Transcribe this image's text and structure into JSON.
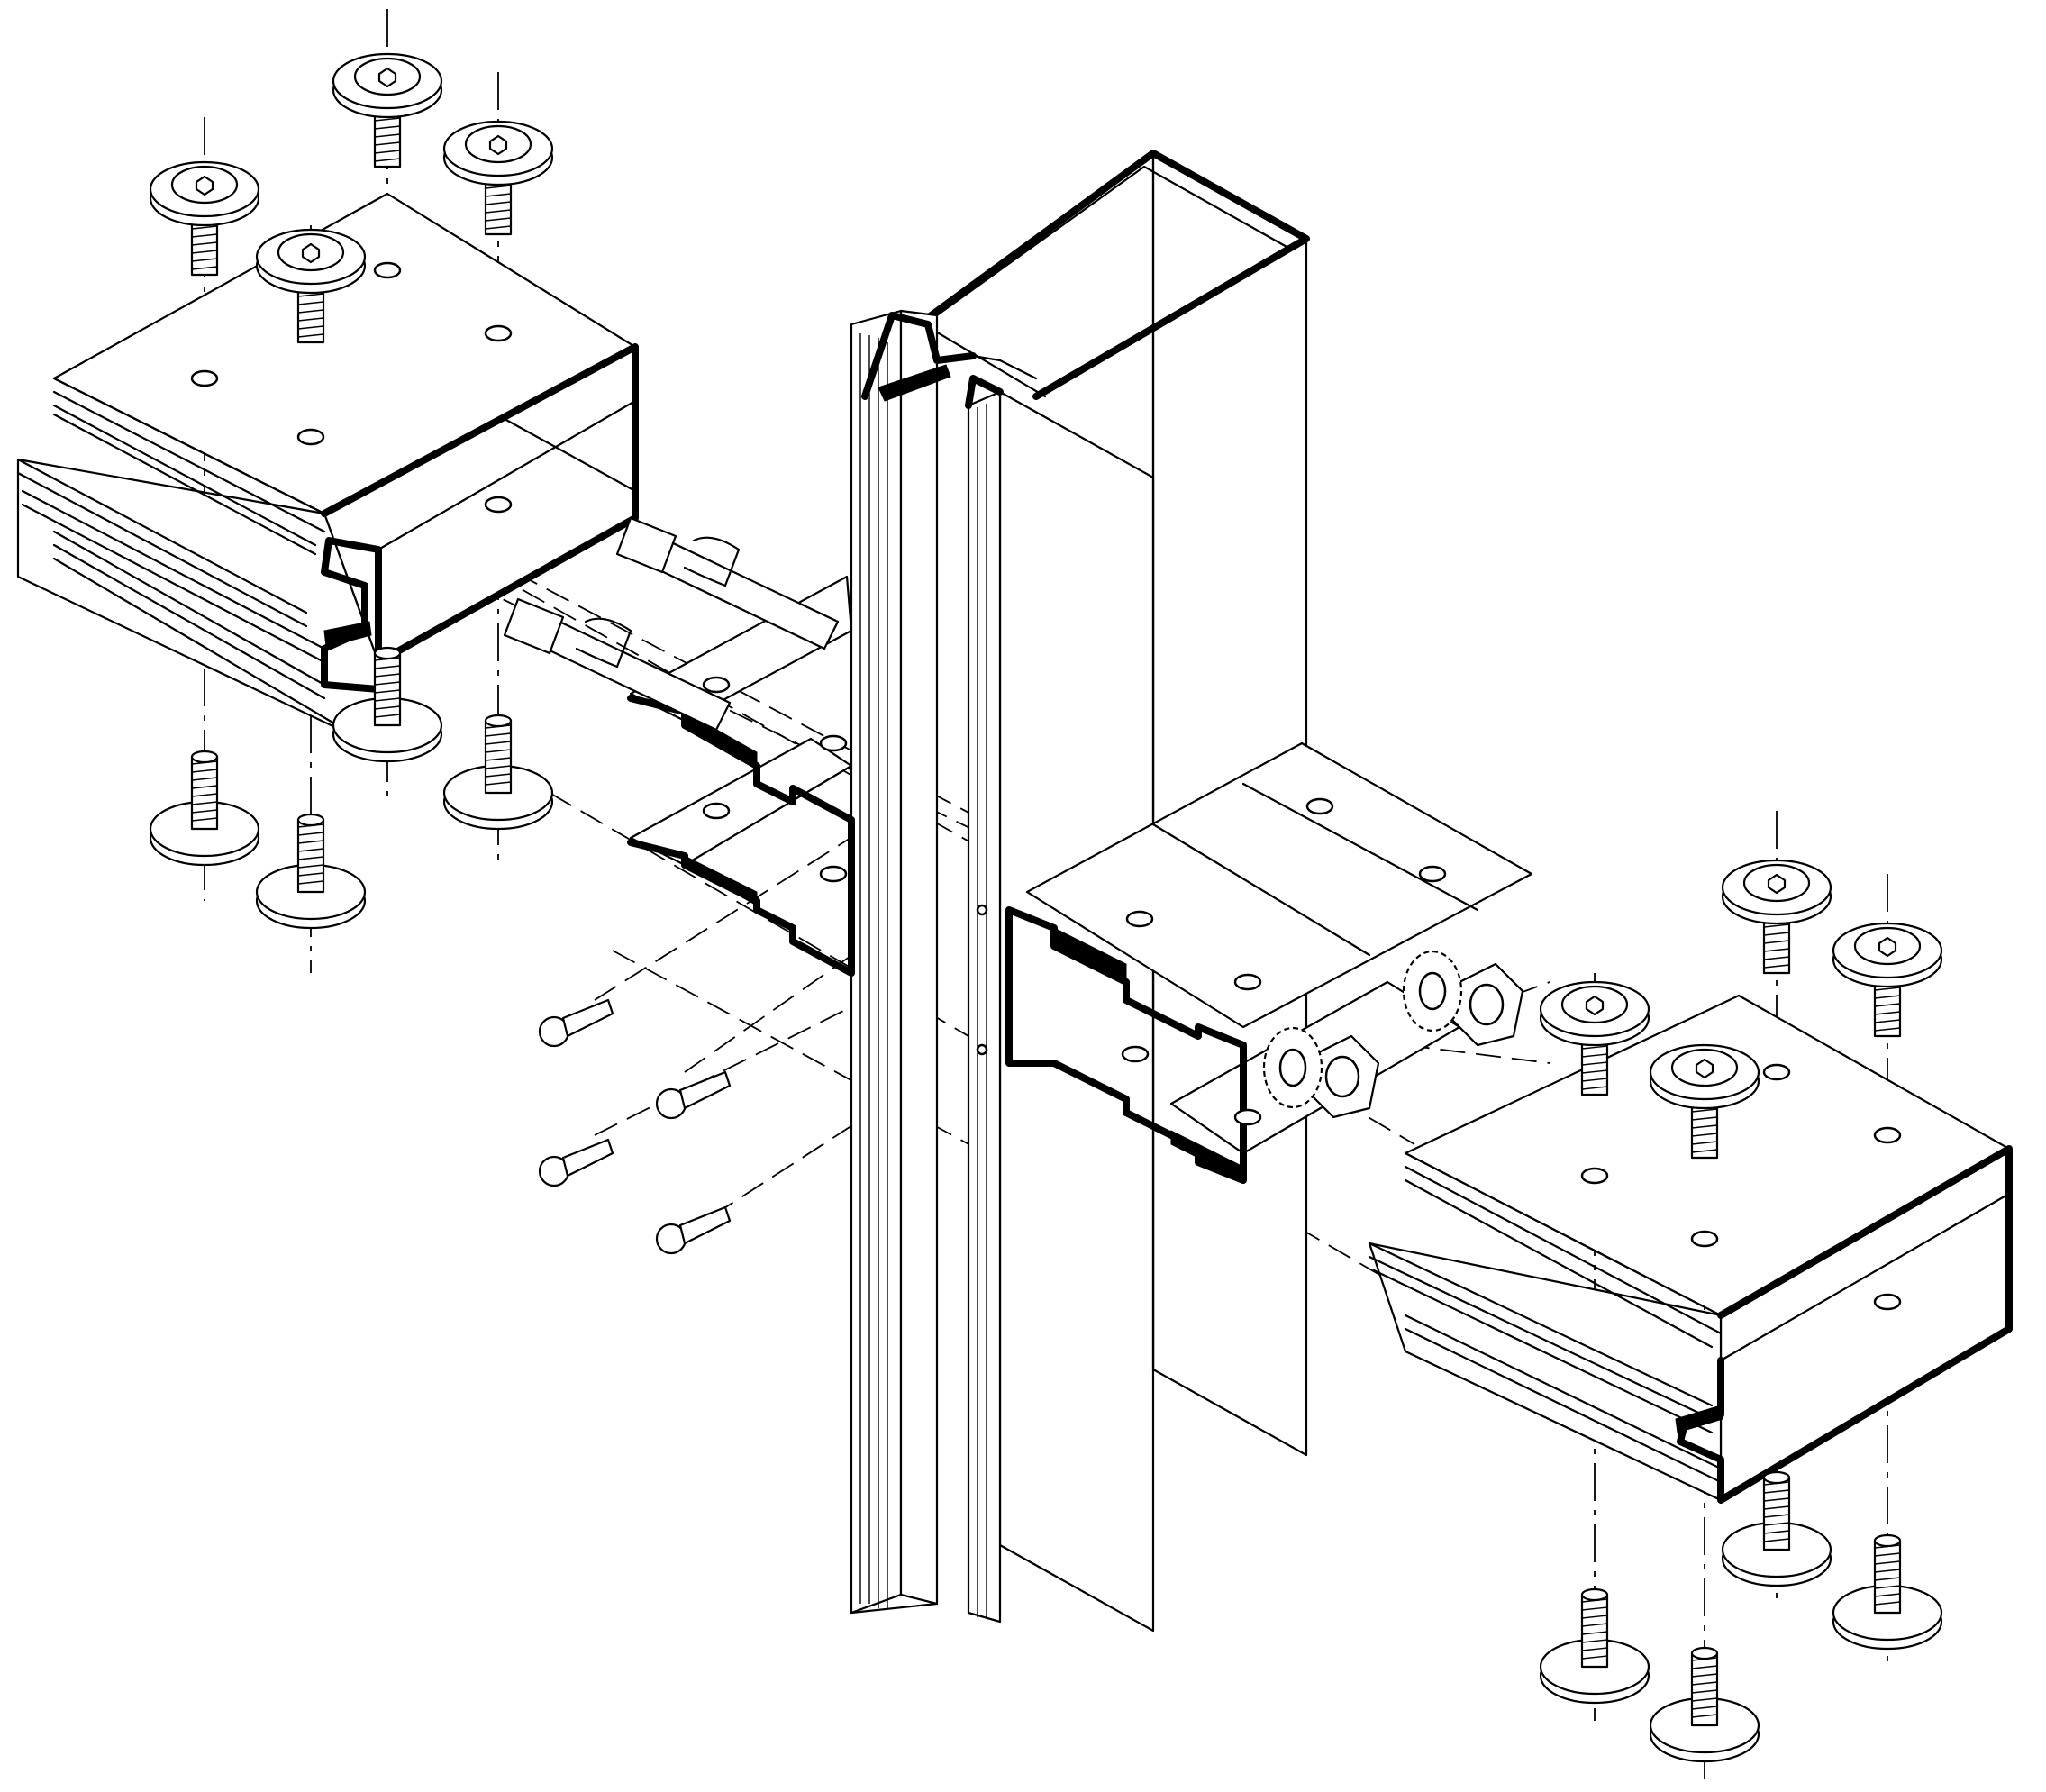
{
  "drawing": {
    "colors": {
      "line": "#000000",
      "paper": "#ffffff"
    },
    "parts": [
      "square-tube-mullion",
      "left-horizontal-box-profile",
      "right-horizontal-box-profile",
      "left-channel-bracket",
      "right-channel-bracket",
      "flanged-socket-head-screw",
      "threaded-stud-bolt",
      "hex-nut",
      "toothed-lock-washer",
      "self-tapping-screw"
    ]
  }
}
